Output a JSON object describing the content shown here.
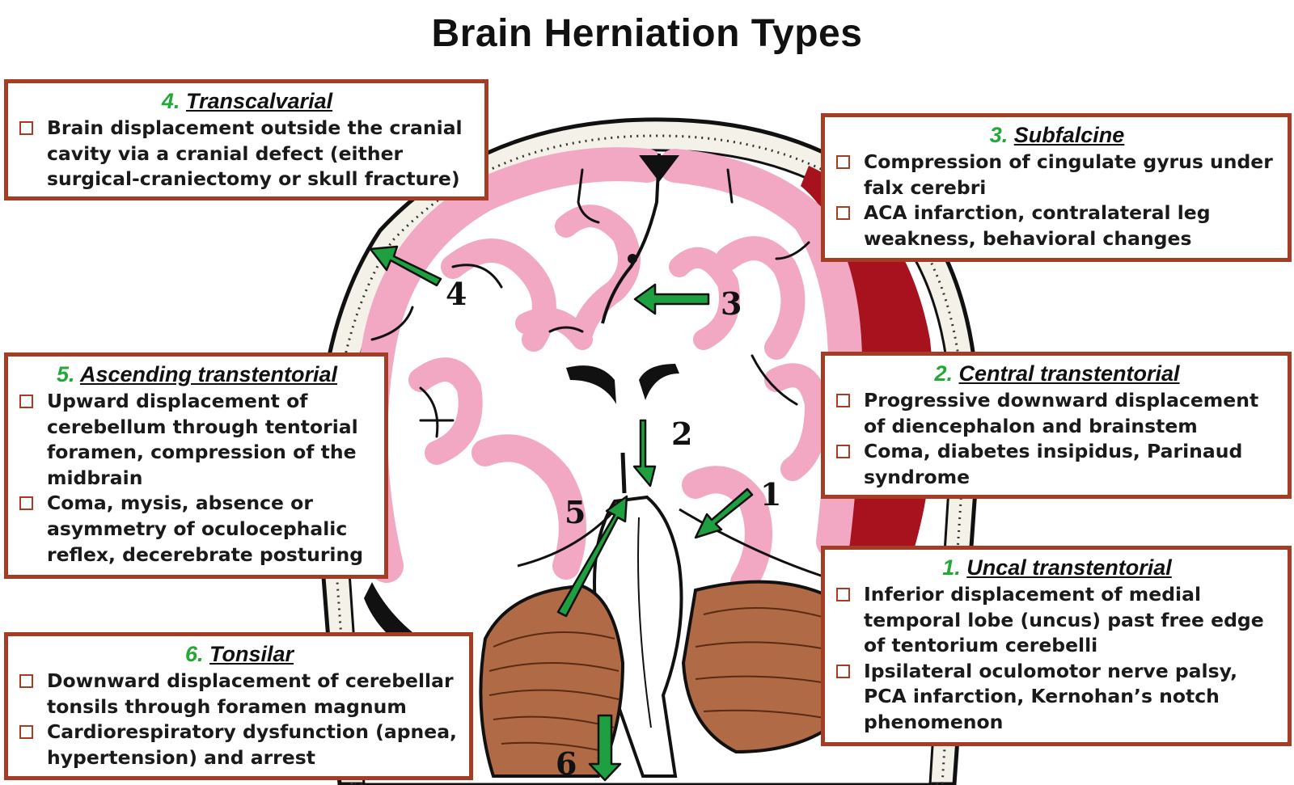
{
  "title": "Brain Herniation Types",
  "colors": {
    "box_border": "#a53c24",
    "number_green": "#24a838",
    "arrow_green": "#1fa040",
    "cortex_pink": "#f2a7c3",
    "cerebellum_brown": "#b06a45",
    "hematoma_red": "#a8121e"
  },
  "boxes": [
    {
      "id": "transcalvarial",
      "number": "4.",
      "name": "Transcalvarial",
      "bullets": [
        "Brain displacement outside the cranial cavity via a cranial defect (either surgical-craniectomy or skull fracture)"
      ]
    },
    {
      "id": "subfalcine",
      "number": "3.",
      "name": "Subfalcine",
      "bullets": [
        "Compression of cingulate gyrus under falx cerebri",
        "ACA infarction, contralateral leg weakness, behavioral changes"
      ]
    },
    {
      "id": "ascending",
      "number": "5.",
      "name": "Ascending transtentorial",
      "bullets": [
        "Upward displacement of cerebellum through tentorial foramen, compression of the midbrain",
        "Coma, mysis, absence or asymmetry of oculocephalic reflex, decerebrate posturing"
      ]
    },
    {
      "id": "central",
      "number": "2.",
      "name": "Central transtentorial",
      "bullets": [
        "Progressive downward displacement of diencephalon and brainstem",
        "Coma, diabetes insipidus, Parinaud syndrome"
      ]
    },
    {
      "id": "uncal",
      "number": "1.",
      "name": "Uncal transtentorial",
      "bullets": [
        "Inferior displacement of medial temporal lobe (uncus) past free edge of tentorium cerebelli",
        "Ipsilateral oculomotor nerve palsy, PCA infarction, Kernohan’s notch phenomenon"
      ]
    },
    {
      "id": "tonsilar",
      "number": "6.",
      "name": "Tonsilar",
      "bullets": [
        "Downward displacement of cerebellar tonsils through foramen magnum",
        "Cardiorespiratory dysfunction (apnea, hypertension) and arrest"
      ]
    }
  ],
  "arrow_labels": [
    "1",
    "2",
    "3",
    "4",
    "5",
    "6"
  ]
}
